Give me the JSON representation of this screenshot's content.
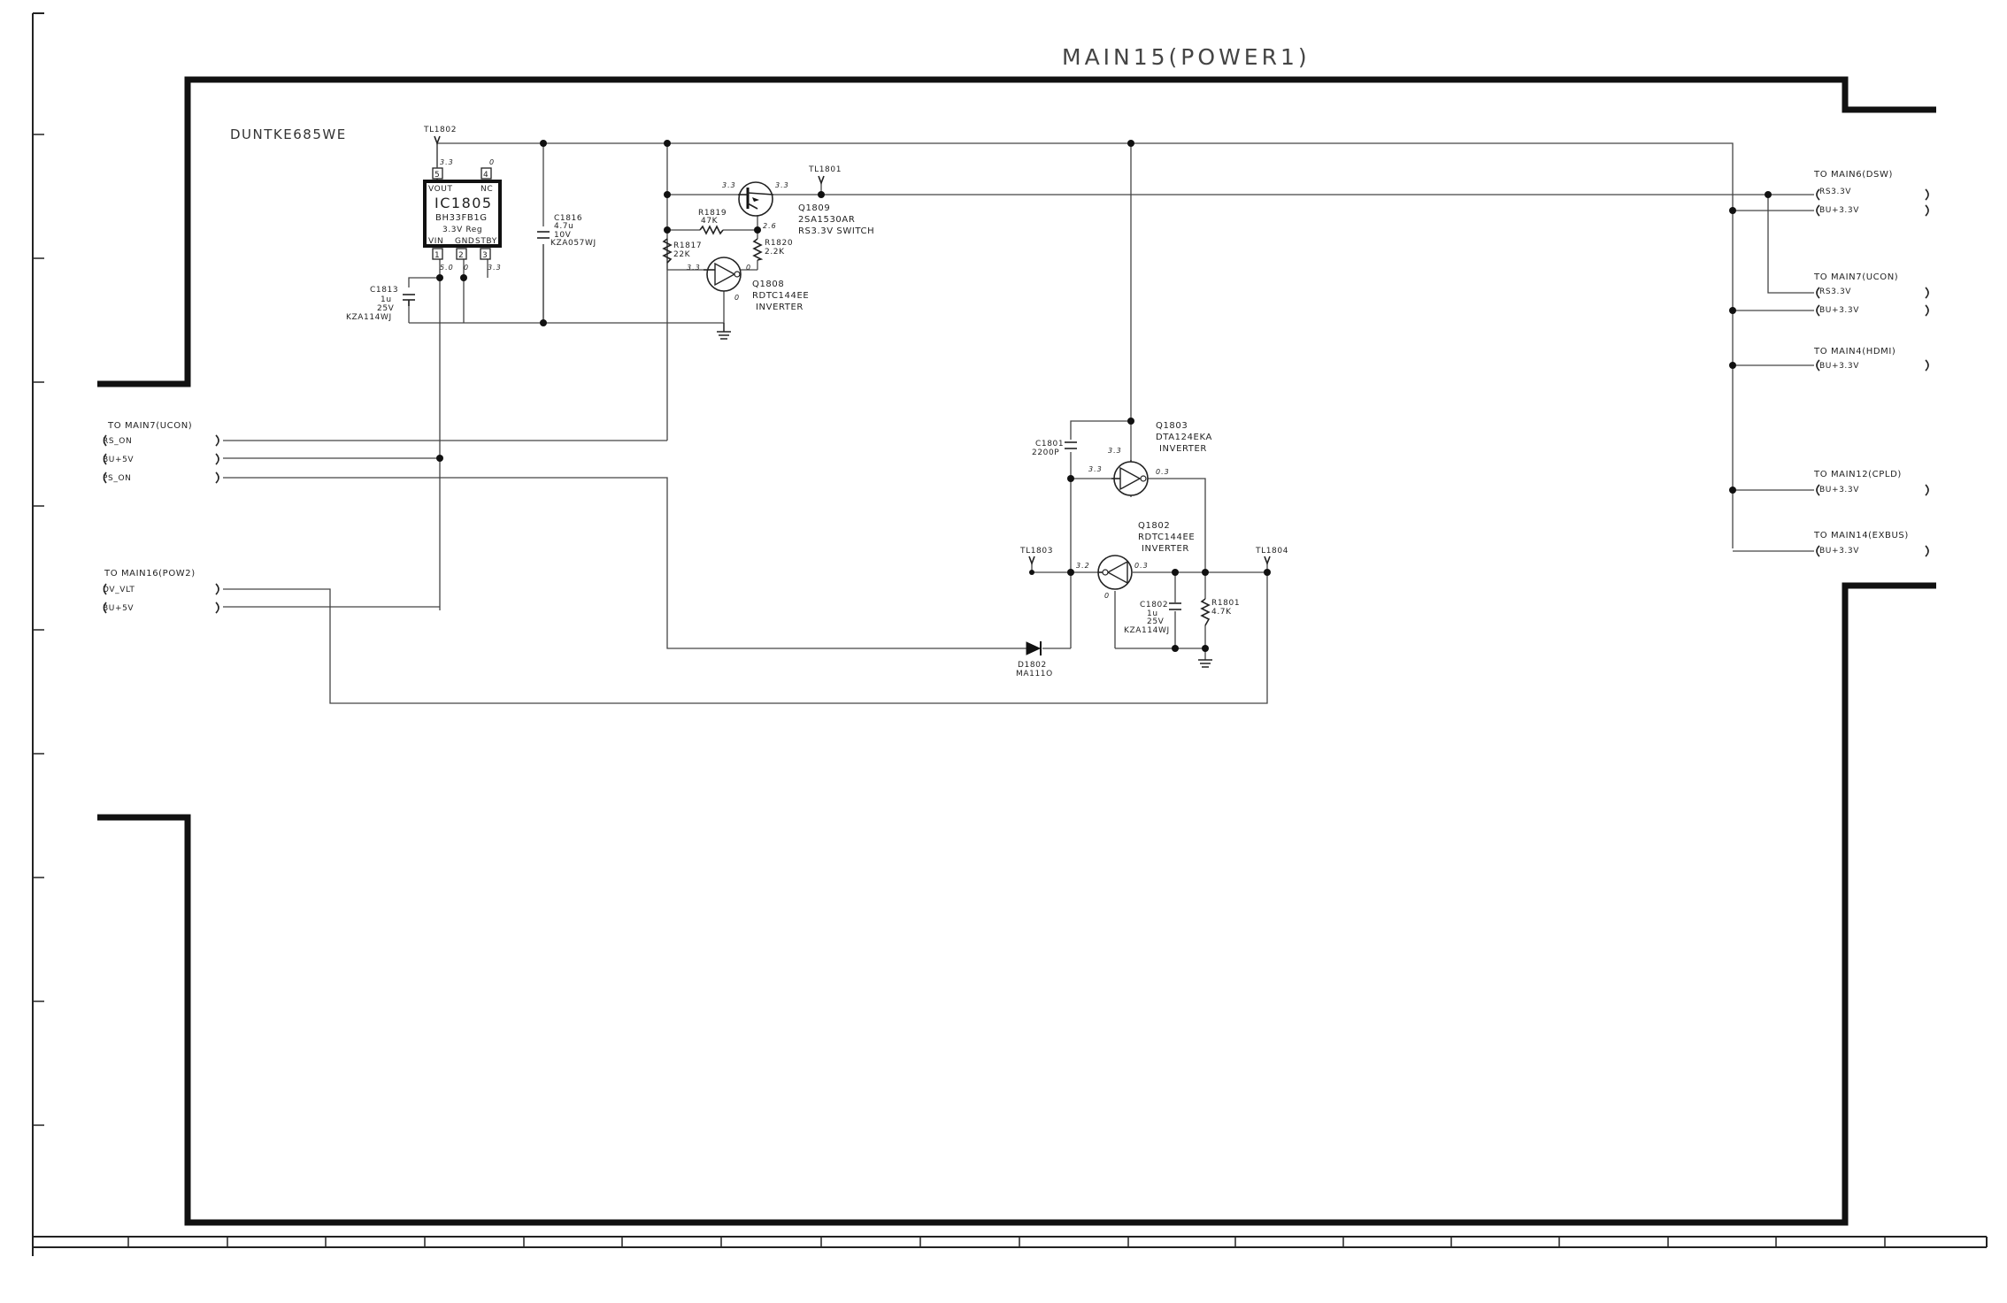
{
  "title": "MAIN15(POWER1)",
  "sheet_id": "DUNTKE685WE",
  "ic": {
    "ref": "IC1805",
    "part": "BH33FB1G",
    "desc": "3.3V Reg",
    "pin_vout": "VOUT",
    "pin_nc": "NC",
    "pin_vin": "VIN",
    "pin_gnd": "GND",
    "pin_stby": "STBY",
    "pins": [
      "5",
      "4",
      "1",
      "2",
      "3"
    ],
    "v_vout": "3.3",
    "v_nc": "0",
    "v_vin": "5.0",
    "v_gnd": "0",
    "v_stby": "3.3"
  },
  "test_points": {
    "tl1802": "TL1802",
    "tl1801": "TL1801",
    "tl1803": "TL1803",
    "tl1804": "TL1804"
  },
  "c1813": {
    "ref": "C1813",
    "value": "1u",
    "volt": "25V",
    "part": "KZA114WJ"
  },
  "c1816": {
    "ref": "C1816",
    "value": "4.7u",
    "volt": "10V",
    "part": "KZA057WJ"
  },
  "r1819": {
    "ref": "R1819",
    "value": "47K"
  },
  "r1817": {
    "ref": "R1817",
    "value": "22K"
  },
  "r1820": {
    "ref": "R1820",
    "value": "2.2K"
  },
  "q1809": {
    "ref": "Q1809",
    "part": "2SA1530AR",
    "desc": "RS3.3V SWITCH",
    "v_e": "3.3",
    "v_c": "3.3",
    "v_b": "2.6"
  },
  "q1808": {
    "ref": "Q1808",
    "part": "RDTC144EE",
    "desc": "INVERTER",
    "v_b": "3.3",
    "v_c": "0",
    "v_e": "0"
  },
  "q1803": {
    "ref": "Q1803",
    "part": "DTA124EKA",
    "desc": "INVERTER",
    "v_b": "3.3",
    "v_c": "0.3",
    "v_e": "3.3"
  },
  "q1802": {
    "ref": "Q1802",
    "part": "RDTC144EE",
    "desc": "INVERTER",
    "v_b": "3.2",
    "v_c": "0.3",
    "v_e": "0"
  },
  "c1801": {
    "ref": "C1801",
    "value": "2200P"
  },
  "c1802": {
    "ref": "C1802",
    "value": "1u",
    "volt": "25V",
    "part": "KZA114WJ"
  },
  "r1801": {
    "ref": "R1801",
    "value": "4.7K"
  },
  "d1802": {
    "ref": "D1802",
    "part": "MA111O"
  },
  "left_connectors": [
    {
      "title": "TO MAIN7(UCON)",
      "signals": [
        "RS_ON",
        "BU+5V",
        "PS_ON"
      ]
    },
    {
      "title": "TO MAIN16(POW2)",
      "signals": [
        "DV_VLT",
        "BU+5V"
      ]
    }
  ],
  "right_connectors": [
    {
      "title": "TO MAIN6(DSW)",
      "signals": [
        "RS3.3V",
        "BU+3.3V"
      ]
    },
    {
      "title": "TO MAIN7(UCON)",
      "signals": [
        "RS3.3V",
        "BU+3.3V"
      ]
    },
    {
      "title": "TO MAIN4(HDMI)",
      "signals": [
        "BU+3.3V"
      ]
    },
    {
      "title": "TO MAIN12(CPLD)",
      "signals": [
        "BU+3.3V"
      ]
    },
    {
      "title": "TO MAIN14(EXBUS)",
      "signals": [
        "BU+3.3V"
      ]
    }
  ]
}
